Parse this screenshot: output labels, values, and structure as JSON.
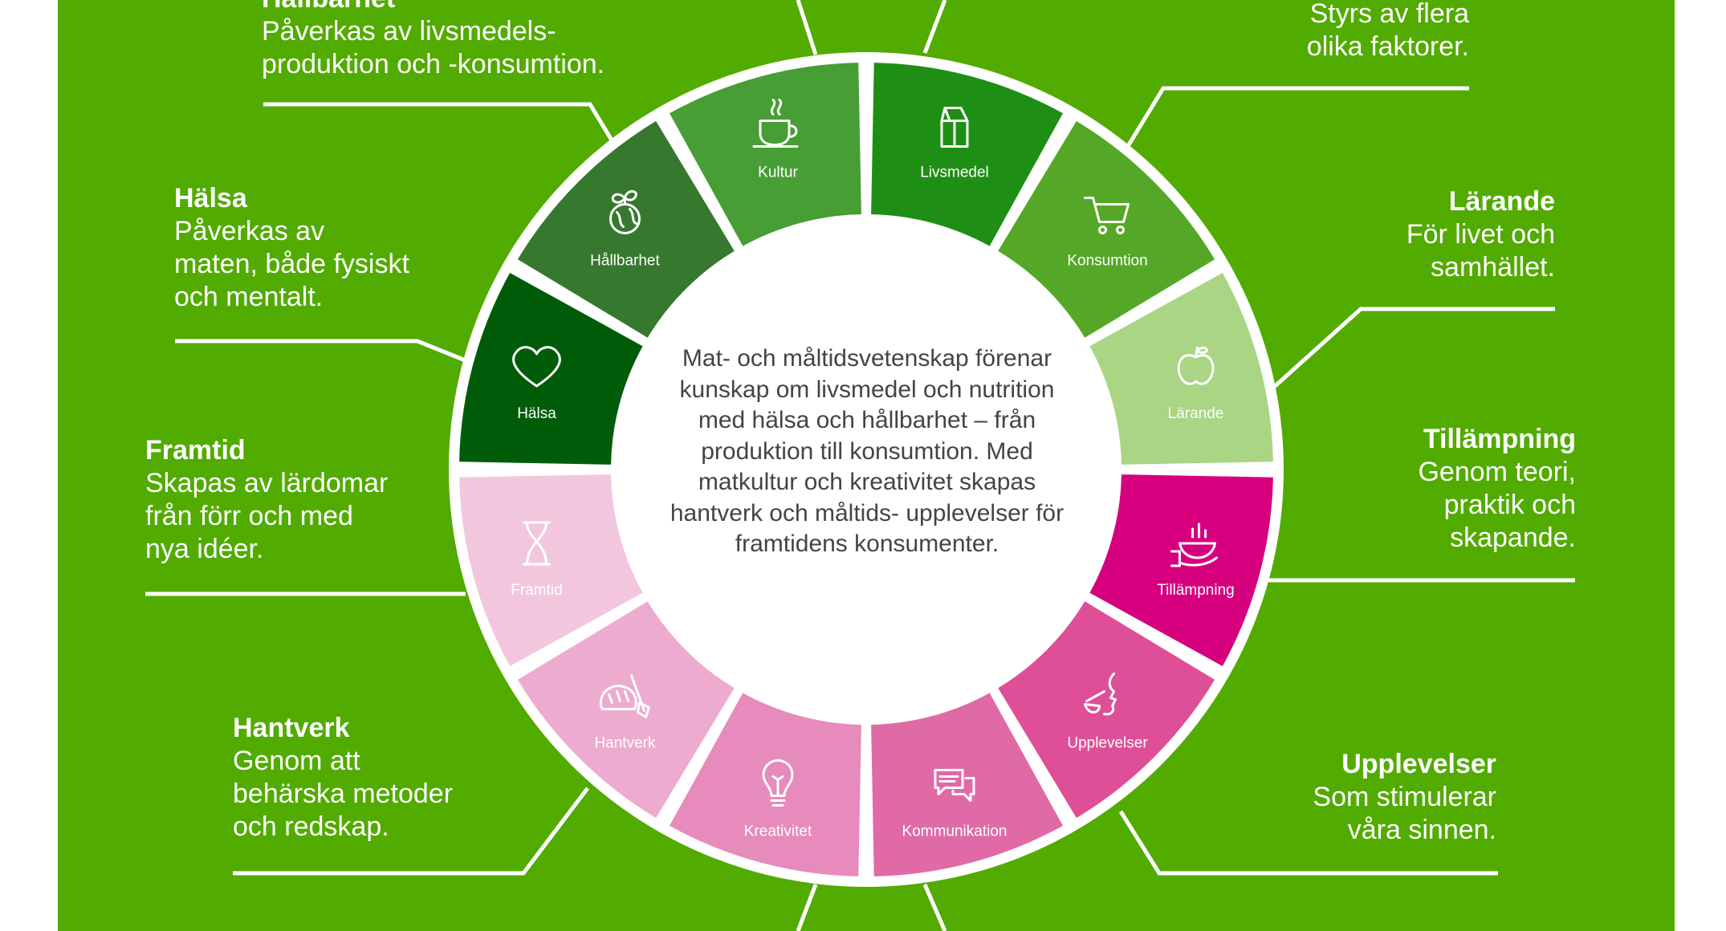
{
  "center_text": "Mat- och måltidsvetenskap förenar kunskap om livsmedel och nutrition med hälsa och hållbarhet – från produktion till konsumtion. Med matkultur och kreativitet skapas hantverk och måltids- upplevelser för framtidens konsumenter.",
  "segments": [
    {
      "key": "livsmedel",
      "label": "Livsmedel",
      "icon": "milk-carton-icon",
      "color": "#1e8f14"
    },
    {
      "key": "konsumtion",
      "label": "Konsumtion",
      "icon": "shopping-cart-icon",
      "color": "#55a827"
    },
    {
      "key": "larande",
      "label": "Lärande",
      "icon": "apple-icon",
      "color": "#a9d584"
    },
    {
      "key": "tillampning",
      "label": "Tillämpning",
      "icon": "serving-bowl-hand-icon",
      "color": "#d6007f"
    },
    {
      "key": "upplevelser",
      "label": "Upplevelser",
      "icon": "tasting-face-icon",
      "color": "#de4f97"
    },
    {
      "key": "kommunikation",
      "label": "Kommunikation",
      "icon": "speech-bubbles-icon",
      "color": "#e06aa6"
    },
    {
      "key": "kreativitet",
      "label": "Kreativitet",
      "icon": "lightbulb-icon",
      "color": "#e68bbb"
    },
    {
      "key": "hantverk",
      "label": "Hantverk",
      "icon": "bread-whisk-icon",
      "color": "#edabcf"
    },
    {
      "key": "framtid",
      "label": "Framtid",
      "icon": "hourglass-icon",
      "color": "#f2c7de"
    },
    {
      "key": "halsa",
      "label": "Hälsa",
      "icon": "heart-icon",
      "color": "#005c09"
    },
    {
      "key": "hallbarhet",
      "label": "Hållbarhet",
      "icon": "earth-plant-icon",
      "color": "#36782e"
    },
    {
      "key": "kultur",
      "label": "Kultur",
      "icon": "steaming-cup-icon",
      "color": "#469e35"
    }
  ],
  "outer_labels": {
    "hallbarhet": {
      "title": "Hållbarhet",
      "lines": [
        "Påverkas av livsmedels-",
        "produktion och -konsumtion."
      ]
    },
    "halsa": {
      "title": "Hälsa",
      "lines": [
        "Påverkas av",
        "maten, både fysiskt",
        "och mentalt."
      ]
    },
    "framtid": {
      "title": "Framtid",
      "lines": [
        "Skapas av lärdomar",
        "från förr och med",
        "nya idéer."
      ]
    },
    "hantverk": {
      "title": "Hantverk",
      "lines": [
        "Genom att",
        "behärska metoder",
        "och redskap."
      ]
    },
    "livsmedel": {
      "title": "",
      "lines": [
        "Styrs av flera",
        "olika faktorer."
      ]
    },
    "larande": {
      "title": "Lärande",
      "lines": [
        "För livet och",
        "samhället."
      ]
    },
    "tillampning": {
      "title": "Tillämpning",
      "lines": [
        "Genom teori,",
        "praktik och",
        "skapande."
      ]
    },
    "upplevelser": {
      "title": "Upplevelser",
      "lines": [
        "Som stimulerar",
        "våra sinnen."
      ]
    }
  },
  "colors": {
    "background": "#52ab00",
    "ring": "#ffffff",
    "center_text": "#444444",
    "label_text": "#ffffff"
  }
}
